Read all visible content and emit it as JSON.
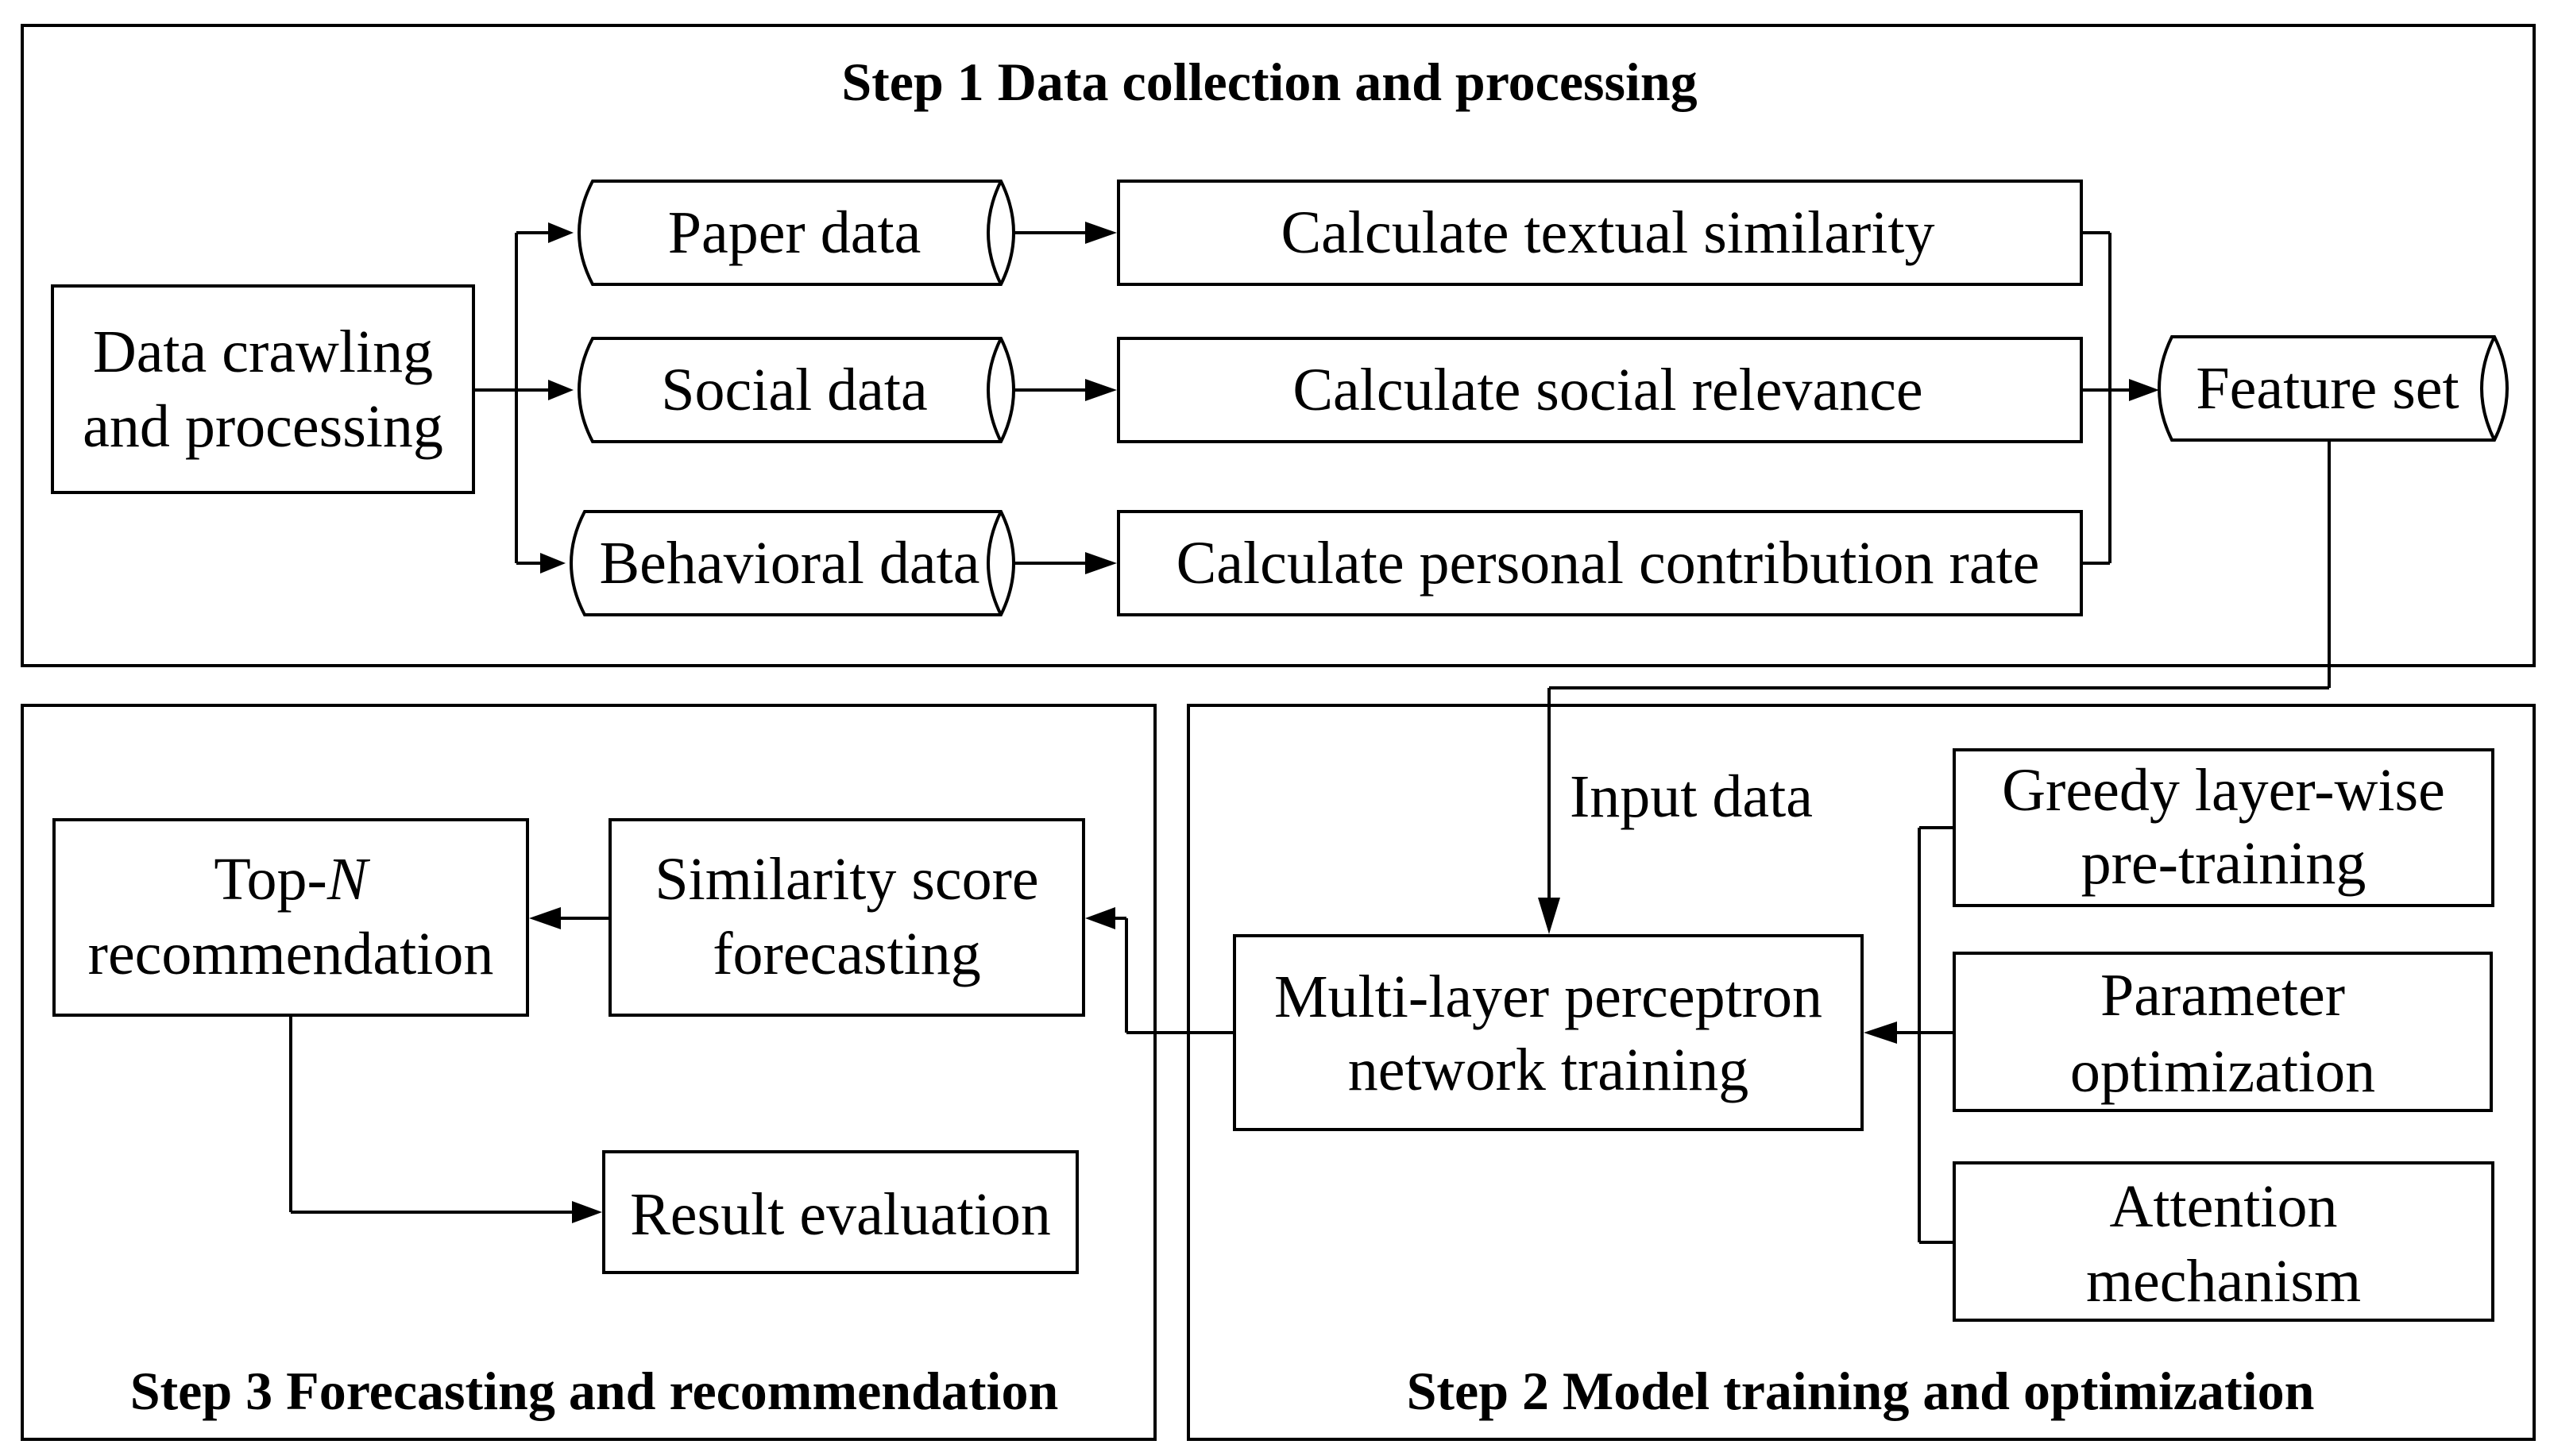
{
  "sections": {
    "step1_title": "Step 1 Data collection and processing",
    "step2_title": "Step 2 Model training and optimization",
    "step3_title": "Step 3 Forecasting and recommendation"
  },
  "nodes": {
    "data_crawling_1": "Data crawling",
    "data_crawling_2": "and processing",
    "paper_data": "Paper data",
    "social_data": "Social data",
    "behavioral_data": "Behavioral data",
    "calc_textual": "Calculate textual similarity",
    "calc_social": "Calculate social relevance",
    "calc_personal": "Calculate personal contribution rate",
    "feature_set": "Feature set",
    "input_data": "Input data",
    "mlp_1": "Multi-layer perceptron",
    "mlp_2": "network training",
    "greedy_1": "Greedy layer-wise",
    "greedy_2": "pre-training",
    "param_1": "Parameter",
    "param_2": "optimization",
    "attention_1": "Attention",
    "attention_2": "mechanism",
    "similarity_1": "Similarity score",
    "similarity_2": "forecasting",
    "topn_1a": "Top-",
    "topn_1b": "N",
    "topn_2": "recommendation",
    "result_eval": "Result evaluation"
  }
}
